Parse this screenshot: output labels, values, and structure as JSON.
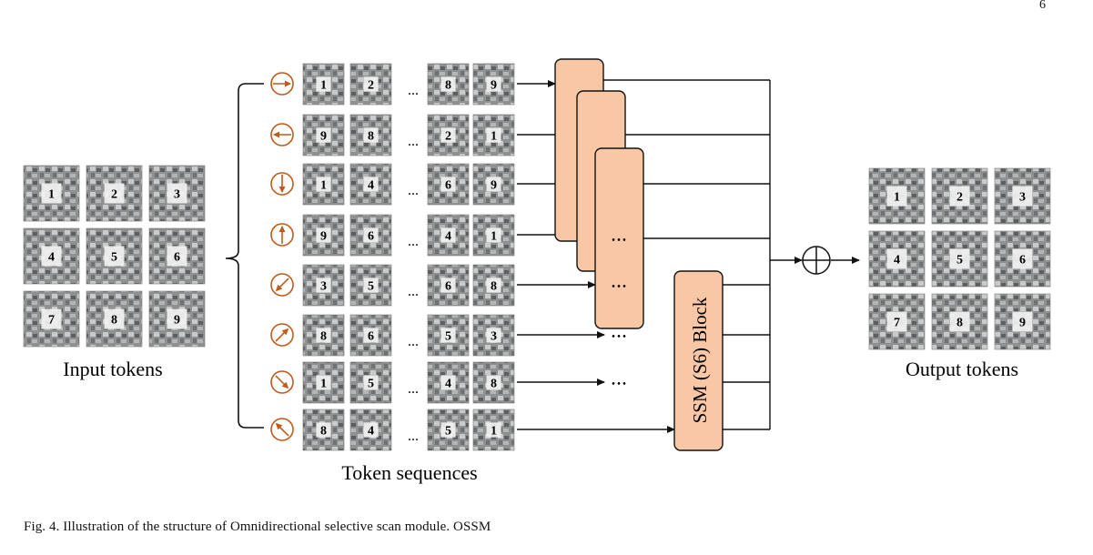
{
  "page_number": "6",
  "caption": "Fig. 4.  Illustration of the structure of Omnidirectional selective scan module. OSSM",
  "input_label": "Input tokens",
  "output_label": "Output tokens",
  "sequences_label": "Token sequences",
  "ssm_block_label": "SSM (S6) Block",
  "ellipsis": "...",
  "dots": "• • •",
  "grid_numbers": [
    "1",
    "2",
    "3",
    "4",
    "5",
    "6",
    "7",
    "8",
    "9"
  ],
  "scan_sequences": [
    {
      "direction": "right-arrow-icon",
      "tokens": [
        "1",
        "2",
        "8",
        "9"
      ]
    },
    {
      "direction": "left-arrow-icon",
      "tokens": [
        "9",
        "8",
        "2",
        "1"
      ]
    },
    {
      "direction": "down-arrow-icon",
      "tokens": [
        "1",
        "4",
        "6",
        "9"
      ]
    },
    {
      "direction": "up-arrow-icon",
      "tokens": [
        "9",
        "6",
        "4",
        "1"
      ]
    },
    {
      "direction": "down-left-arrow-icon",
      "tokens": [
        "3",
        "5",
        "6",
        "8"
      ]
    },
    {
      "direction": "up-right-arrow-icon",
      "tokens": [
        "8",
        "6",
        "5",
        "3"
      ]
    },
    {
      "direction": "down-right-arrow-icon",
      "tokens": [
        "1",
        "5",
        "4",
        "8"
      ]
    },
    {
      "direction": "up-left-arrow-icon",
      "tokens": [
        "8",
        "4",
        "5",
        "1"
      ]
    }
  ],
  "colors": {
    "block_fill": "#f8c8a6",
    "arrow_icon": "#c05a1c",
    "line": "#111111"
  }
}
